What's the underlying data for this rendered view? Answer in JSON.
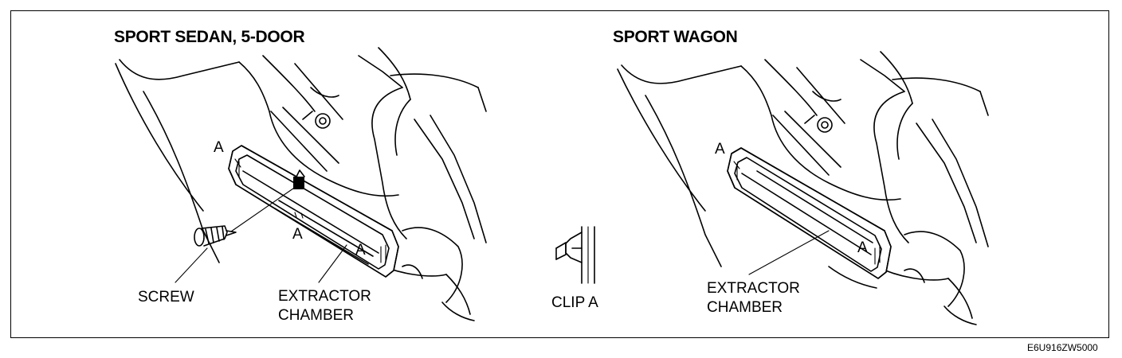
{
  "diagram": {
    "left_panel": {
      "title": "SPORT SEDAN, 5-DOOR",
      "labels": {
        "screw": "SCREW",
        "chamber_line1": "EXTRACTOR",
        "chamber_line2": "CHAMBER",
        "marker_a": "A"
      }
    },
    "center": {
      "clip_label": "CLIP A"
    },
    "right_panel": {
      "title": "SPORT WAGON",
      "labels": {
        "chamber_line1": "EXTRACTOR",
        "chamber_line2": "CHAMBER",
        "marker_a": "A"
      }
    },
    "figure_code": "E6U916ZW5000"
  }
}
